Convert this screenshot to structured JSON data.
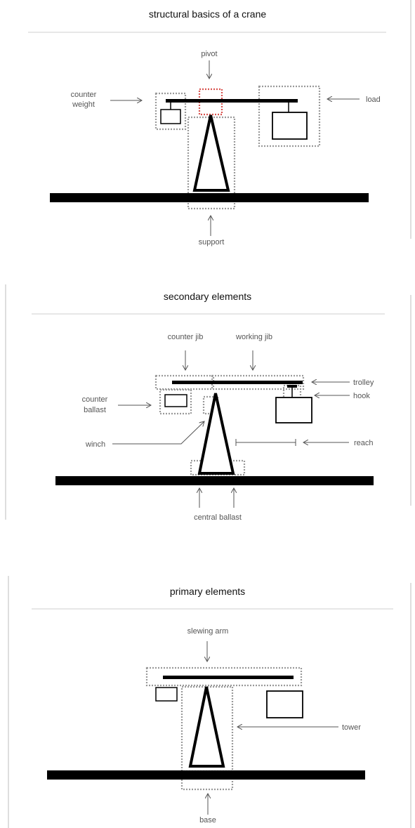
{
  "panel1": {
    "title": "structural basics of a crane",
    "labels": {
      "pivot": "pivot",
      "counter_weight_1": "counter",
      "counter_weight_2": "weight",
      "load": "load",
      "support": "support"
    }
  },
  "panel2": {
    "title": "secondary elements",
    "labels": {
      "counter_jib": "counter jib",
      "working_jib": "working jib",
      "trolley": "trolley",
      "hook": "hook",
      "counter_ballast_1": "counter",
      "counter_ballast_2": "ballast",
      "winch": "winch",
      "reach": "reach",
      "central_ballast": "central ballast"
    }
  },
  "panel3": {
    "title": "primary elements",
    "labels": {
      "slewing_arm": "slewing arm",
      "tower": "tower",
      "base": "base"
    }
  },
  "colors": {
    "highlight": "#d9534f",
    "outline": "#9a9a9a"
  }
}
